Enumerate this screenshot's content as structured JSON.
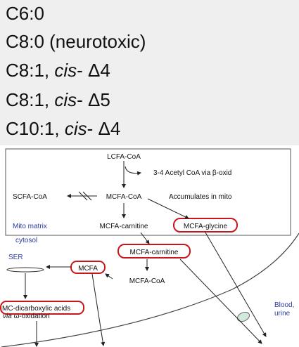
{
  "fatty_acids": [
    {
      "prefix": "C6:0",
      "italic": "",
      "suffix": ""
    },
    {
      "prefix": "C8:0 (neurotoxic)",
      "italic": "",
      "suffix": ""
    },
    {
      "prefix": "C8:1, ",
      "italic": "cis",
      "suffix": "- Δ4"
    },
    {
      "prefix": "C8:1, ",
      "italic": "cis",
      "suffix": "- Δ5"
    },
    {
      "prefix": "C10:1, ",
      "italic": "cis",
      "suffix": "- Δ4"
    }
  ],
  "diagram": {
    "lcfa_coa": "LCFA-CoA",
    "acetyl_coa": "3-4 Acetyl CoA via β-oxid",
    "scfa_coa": "SCFA-CoA",
    "mcfa_coa": "MCFA-CoA",
    "accumulates": "Accumulates in mito",
    "mito_matrix": "Mito matrix",
    "mcfa_carnitine_mito": "MCFA-carnitine",
    "mcfa_glycine": "MCFA-glycine",
    "cytosol": "cytosol",
    "ser": "SER",
    "mcfa_carnitine_cyto": "MCFA-carnitine",
    "mcfa": "MCFA",
    "mcfa_coa_cyto": "MCFA-CoA",
    "dicarboxylic": "MC-dicarboxylic acids",
    "via": "via",
    "omega_oxidation": " ω-oxidation",
    "blood": "Blood,",
    "urine": "urine"
  },
  "colors": {
    "highlight_red": "#c8161d",
    "mito_blue": "#2a3aa0",
    "text": "#111111",
    "vessel_fill": "#cfe9dc"
  }
}
